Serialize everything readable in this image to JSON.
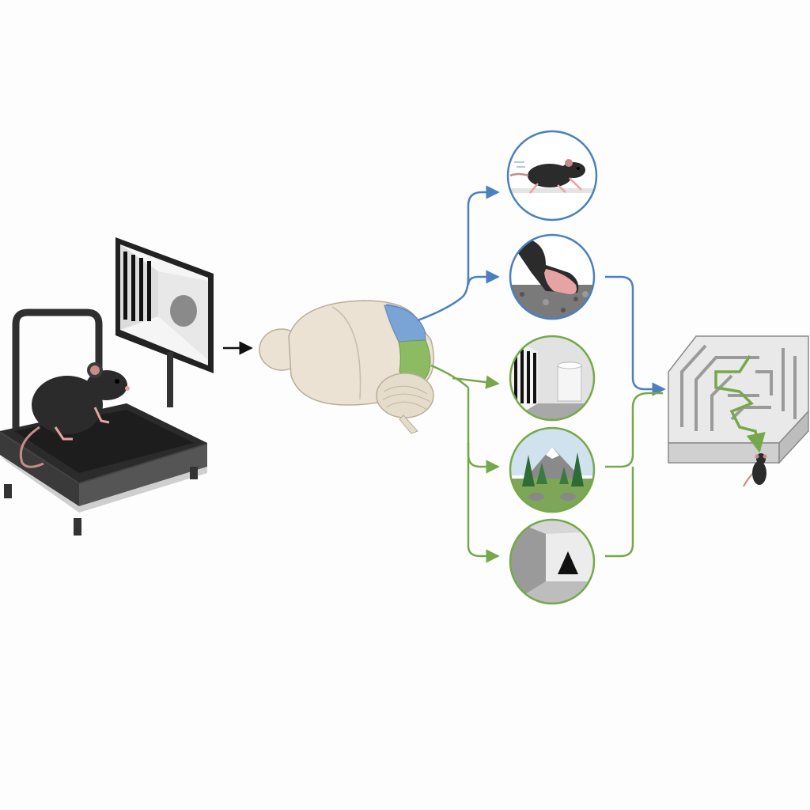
{
  "figure": {
    "panels": {
      "input": {
        "icon": "mouse-on-treadmill-with-monitor-icon"
      },
      "brain": {
        "icon": "mouse-brain-icon",
        "regions": [
          "blue-region",
          "green-region"
        ]
      },
      "outputs": [
        {
          "icon": "running-mouse-icon",
          "pathway": "blue"
        },
        {
          "icon": "paw-on-textured-floor-icon",
          "pathway": "blue"
        },
        {
          "icon": "striped-wall-cylinder-icon",
          "pathway": "green"
        },
        {
          "icon": "forest-mountain-landscape-icon",
          "pathway": "green"
        },
        {
          "icon": "triangle-in-corner-icon",
          "pathway": "green"
        }
      ],
      "result": {
        "icon": "maze-with-mouse-icon"
      }
    },
    "colors": {
      "blue": "#4a80c0",
      "green": "#76a84b",
      "mouse": "#2b2b2b",
      "brain": "#ebe2d3",
      "treadmill": "#333333"
    }
  }
}
